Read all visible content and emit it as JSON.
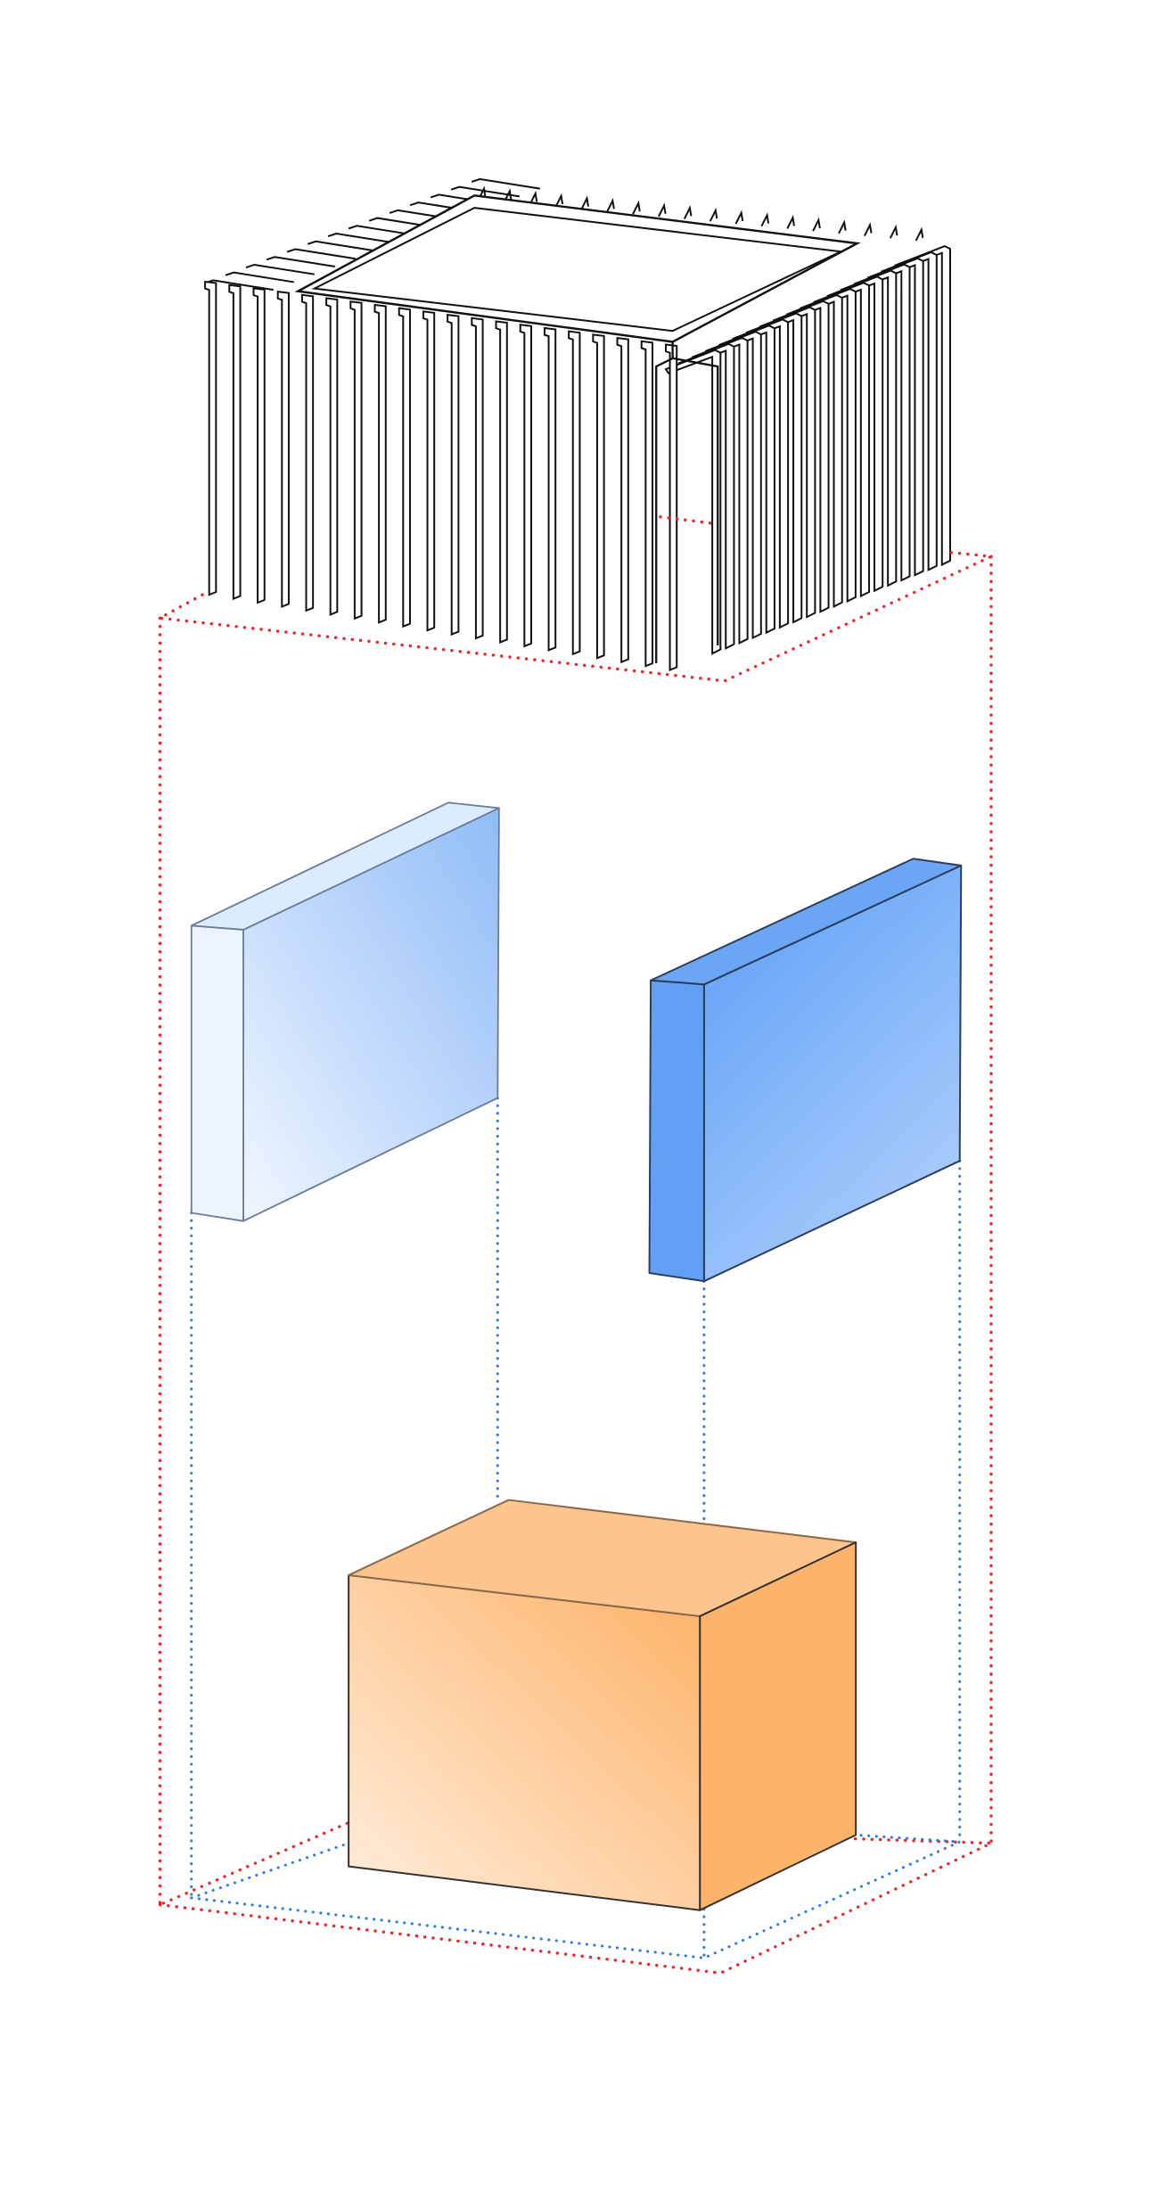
{
  "diagram": {
    "type": "exploded-isometric-assembly",
    "components": [
      {
        "id": "heatsink",
        "style": "line-drawing",
        "color": "#000000"
      },
      {
        "id": "plate-left",
        "color": "#6aa8f5",
        "fill": "light-blue-gradient"
      },
      {
        "id": "plate-right",
        "color": "#5a9cf5",
        "fill": "blue-gradient"
      },
      {
        "id": "block",
        "color": "#fdb46a",
        "fill": "orange-gradient"
      }
    ],
    "guides": [
      {
        "id": "outer-bounds",
        "color": "#e8262b",
        "style": "dotted"
      },
      {
        "id": "inner-bounds",
        "color": "#2a7de1",
        "style": "dotted"
      }
    ]
  }
}
